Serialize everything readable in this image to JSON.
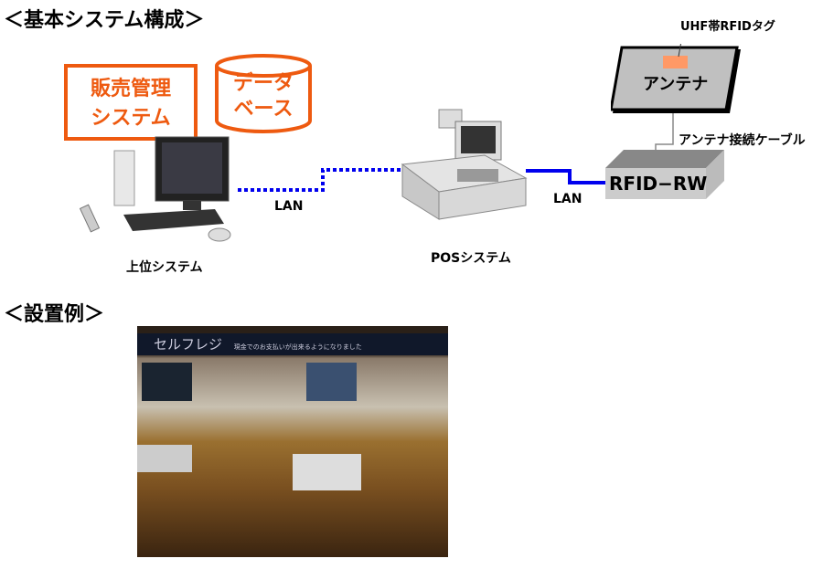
{
  "sections": {
    "basic": "＜基本システム構成＞",
    "example": "＜設置例＞"
  },
  "sales_system": "販売管理システム",
  "sales_system_lines": [
    "販売管理",
    "システム"
  ],
  "database_lines": [
    "データ",
    "ベース"
  ],
  "host_label": "上位システム",
  "pos_label": "POSシステム",
  "lan_left": "LAN",
  "lan_right": "LAN",
  "rfid_rw": "RFID−RW",
  "antenna": "アンテナ",
  "tag_label": "UHF帯RFIDタグ",
  "cable_label": "アンテナ接続ケーブル",
  "photo": {
    "sign": "セルフレジ",
    "sign_sub": "現金でのお支払いが出来るようになりました"
  },
  "colors": {
    "accent": "#ee5a10",
    "lan": "#0000ee",
    "tag": "#ff9966"
  }
}
